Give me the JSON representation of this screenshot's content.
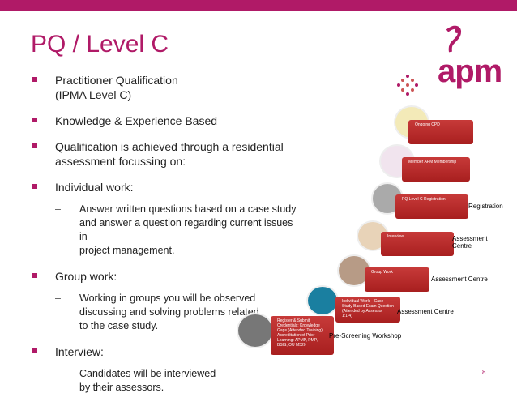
{
  "title": "PQ / Level C",
  "bullets": [
    {
      "text": "Practitioner Qualification",
      "text2": "(IPMA Level C)"
    },
    {
      "text": "Knowledge & Experience Based"
    },
    {
      "text": "Qualification is achieved through a residential",
      "text2": "assessment focussing on:"
    },
    {
      "text": "Individual work:",
      "sub": [
        "Answer written questions based on a case study",
        "and answer a question regarding current issues in",
        "project management."
      ]
    },
    {
      "text": "Group work:",
      "sub": [
        "Working in groups you will be observed",
        "discussing and solving problems related",
        "to the case study."
      ]
    },
    {
      "text": "Interview:",
      "sub": [
        "Candidates will be interviewed",
        " by their assessors."
      ]
    }
  ],
  "logo": "apm",
  "steps": {
    "ongoing": "Ongoing CPD",
    "member": "Member APM Membership",
    "pq": "PQ Level C Registration",
    "interview": "Interview",
    "group": "Group Work",
    "individual": "Individual Work – Case Study Based Exam Question (Attended by Assessor 1:1/4)",
    "bottom": "Register & Submit Credentials: Knowledge Gaps (Attended Training) Accreditation of Prior Learning: APMP, PMP, BSIS, OU M520"
  },
  "labels": {
    "registration": "Registration",
    "assessment_centre_1": "Assessment",
    "assessment_centre_1b": "Centre",
    "assessment_centre_2": "Assessment Centre",
    "assessment_centre_3": "Assessment Centre",
    "prescreening": "Pre-Screening Workshop"
  },
  "page_number": "8",
  "colors": {
    "accent": "#b01a67",
    "step": "#b52525"
  }
}
